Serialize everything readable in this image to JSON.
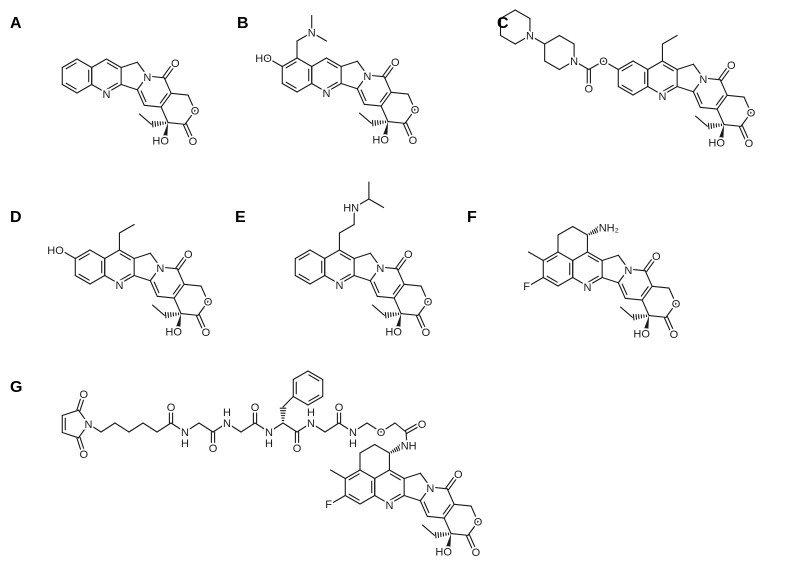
{
  "panels": {
    "A": "A",
    "B": "B",
    "C": "C",
    "D": "D",
    "E": "E",
    "F": "F",
    "G": "G"
  },
  "atoms": {
    "O": "O",
    "N": "N",
    "HO": "HO",
    "NH2": "NH₂",
    "NH": "NH",
    "HN": "HN",
    "H": "H",
    "F": "F"
  },
  "colors": {
    "ink": "#1a1a1a",
    "background": "#ffffff"
  }
}
